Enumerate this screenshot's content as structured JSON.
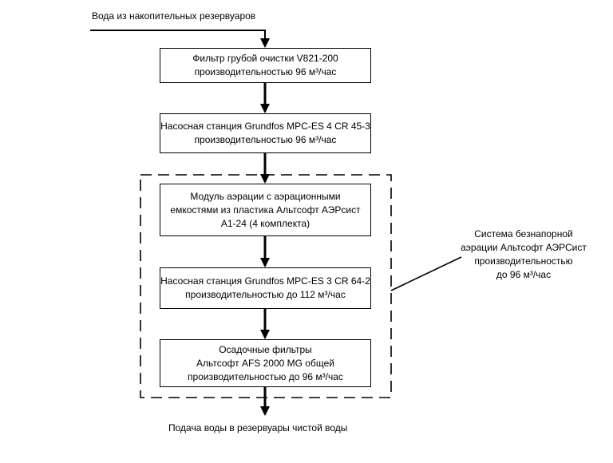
{
  "diagram": {
    "input_label": "Вода из накопительных резервуаров",
    "output_label": "Подача воды в резервуары чистой воды",
    "boxes": [
      {
        "line1": "Фильтр грубой очистки V821-200",
        "line2": "производительностью 96 м³/час"
      },
      {
        "line1": "Насосная станция Grundfos MPC-ES 4 CR 45-3",
        "line2": "производительностью 96 м³/час"
      },
      {
        "line1": "Модуль аэрации с аэрационными",
        "line2": "емкостями из пластика Альтсофт АЭРсист",
        "line3": "А1-24 (4 комплекта)"
      },
      {
        "line1": "Насосная станция Grundfos MPC-ES 3 CR 64-2",
        "line2": "производительностью до 112 м³/час"
      },
      {
        "line1": "Осадочные фильтры",
        "line2": "Альтсофт AFS 2000 MG общей",
        "line3": "производительностью до 96 м³/час"
      }
    ],
    "system_label": {
      "line1": "Система безнапорной",
      "line2": "аэрации Альтсофт АЭРСист",
      "line3": "производительностью",
      "line4": "до 96 м³/час"
    }
  }
}
